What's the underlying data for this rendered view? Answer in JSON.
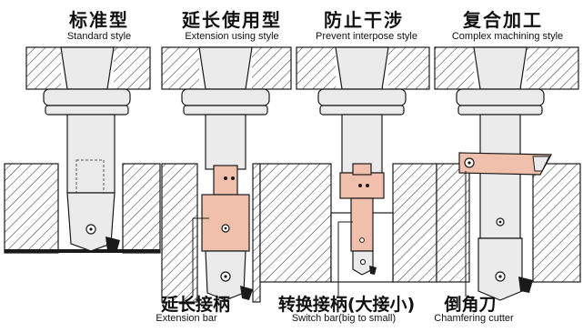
{
  "columns": [
    {
      "title_zh": "标准型",
      "title_en": "Standard style"
    },
    {
      "title_zh": "延长使用型",
      "title_en": "Extension using style"
    },
    {
      "title_zh": "防止干涉",
      "title_en": "Prevent interpose style"
    },
    {
      "title_zh": "复合加工",
      "title_en": "Complex machining style"
    }
  ],
  "callouts": [
    {
      "label_zh": "延长接柄",
      "label_en": "Extension bar"
    },
    {
      "label_zh": "转换接柄(大接小)",
      "label_en": "Switch bar(big to small)"
    },
    {
      "label_zh": "倒角刀",
      "label_en": "Chamfering cutter"
    }
  ],
  "colors": {
    "line": "#1a1a1a",
    "steel": "#ebebeb",
    "copper": "#f0c0ac",
    "hatch": "#3a3a3a"
  }
}
